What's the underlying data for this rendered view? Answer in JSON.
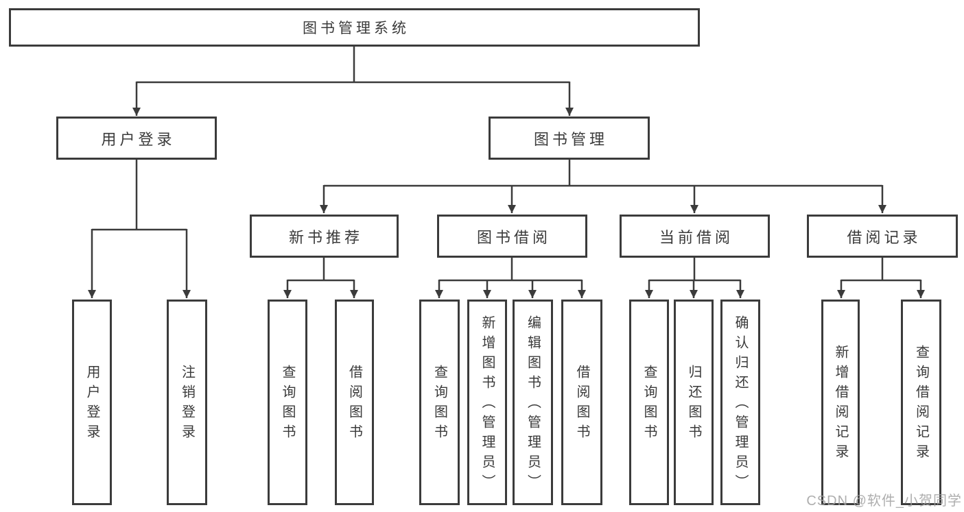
{
  "diagram": {
    "title": "图书管理系统",
    "level2": {
      "user_login": "用户登录",
      "book_management": "图书管理"
    },
    "level3": {
      "new_book_recommend": "新书推荐",
      "book_borrow": "图书借阅",
      "current_borrow": "当前借阅",
      "borrow_records": "借阅记录"
    },
    "leaves": {
      "user_login": "用户登录",
      "logout": "注销登录",
      "recommend_query_books": "查询图书",
      "recommend_borrow_books": "借阅图书",
      "borrow_query_books": "查询图书",
      "borrow_add_books": "新增图书（管理员）",
      "borrow_edit_books": "编辑图书（管理员）",
      "borrow_borrow_books": "借阅图书",
      "current_query_books": "查询图书",
      "current_return_books": "归还图书",
      "current_confirm_return": "确认归还（管理员）",
      "records_add_record": "新增借阅记录",
      "records_query_record": "查询借阅记录"
    }
  },
  "watermark": "CSDN @软件_小贺同学",
  "colors": {
    "line": "#3b3b3b",
    "text": "#3a3a3a",
    "background": "#ffffff",
    "box_fill": "#ffffff",
    "watermark": "#a0a0a0"
  }
}
